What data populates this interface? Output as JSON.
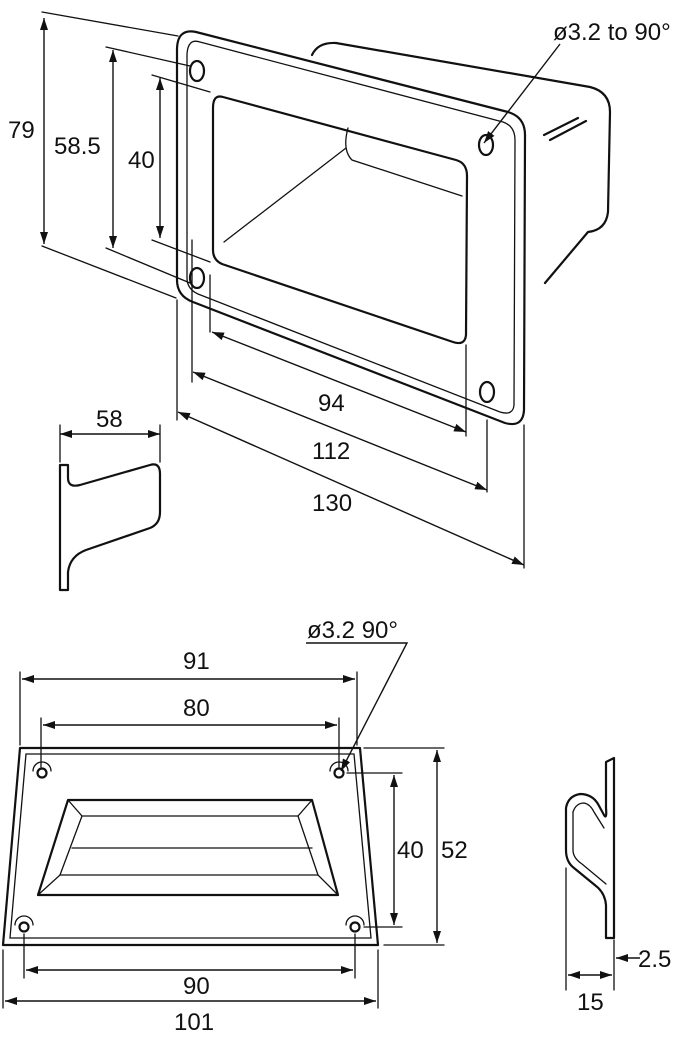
{
  "upper_view": {
    "hole_note": "ø3.2 to 90°",
    "height_outer": "79",
    "height_holes": "58.5",
    "height_opening": "40",
    "width_opening": "94",
    "width_holes": "112",
    "width_outer": "130",
    "depth": "58"
  },
  "lower_view": {
    "hole_note": "ø3.2 90°",
    "width_top_outer": "91",
    "width_top_holes": "80",
    "height_holes": "40",
    "height_outer": "52",
    "width_bottom_holes": "90",
    "width_bottom_outer": "101",
    "profile_depth": "15",
    "profile_thickness": "2.5"
  }
}
